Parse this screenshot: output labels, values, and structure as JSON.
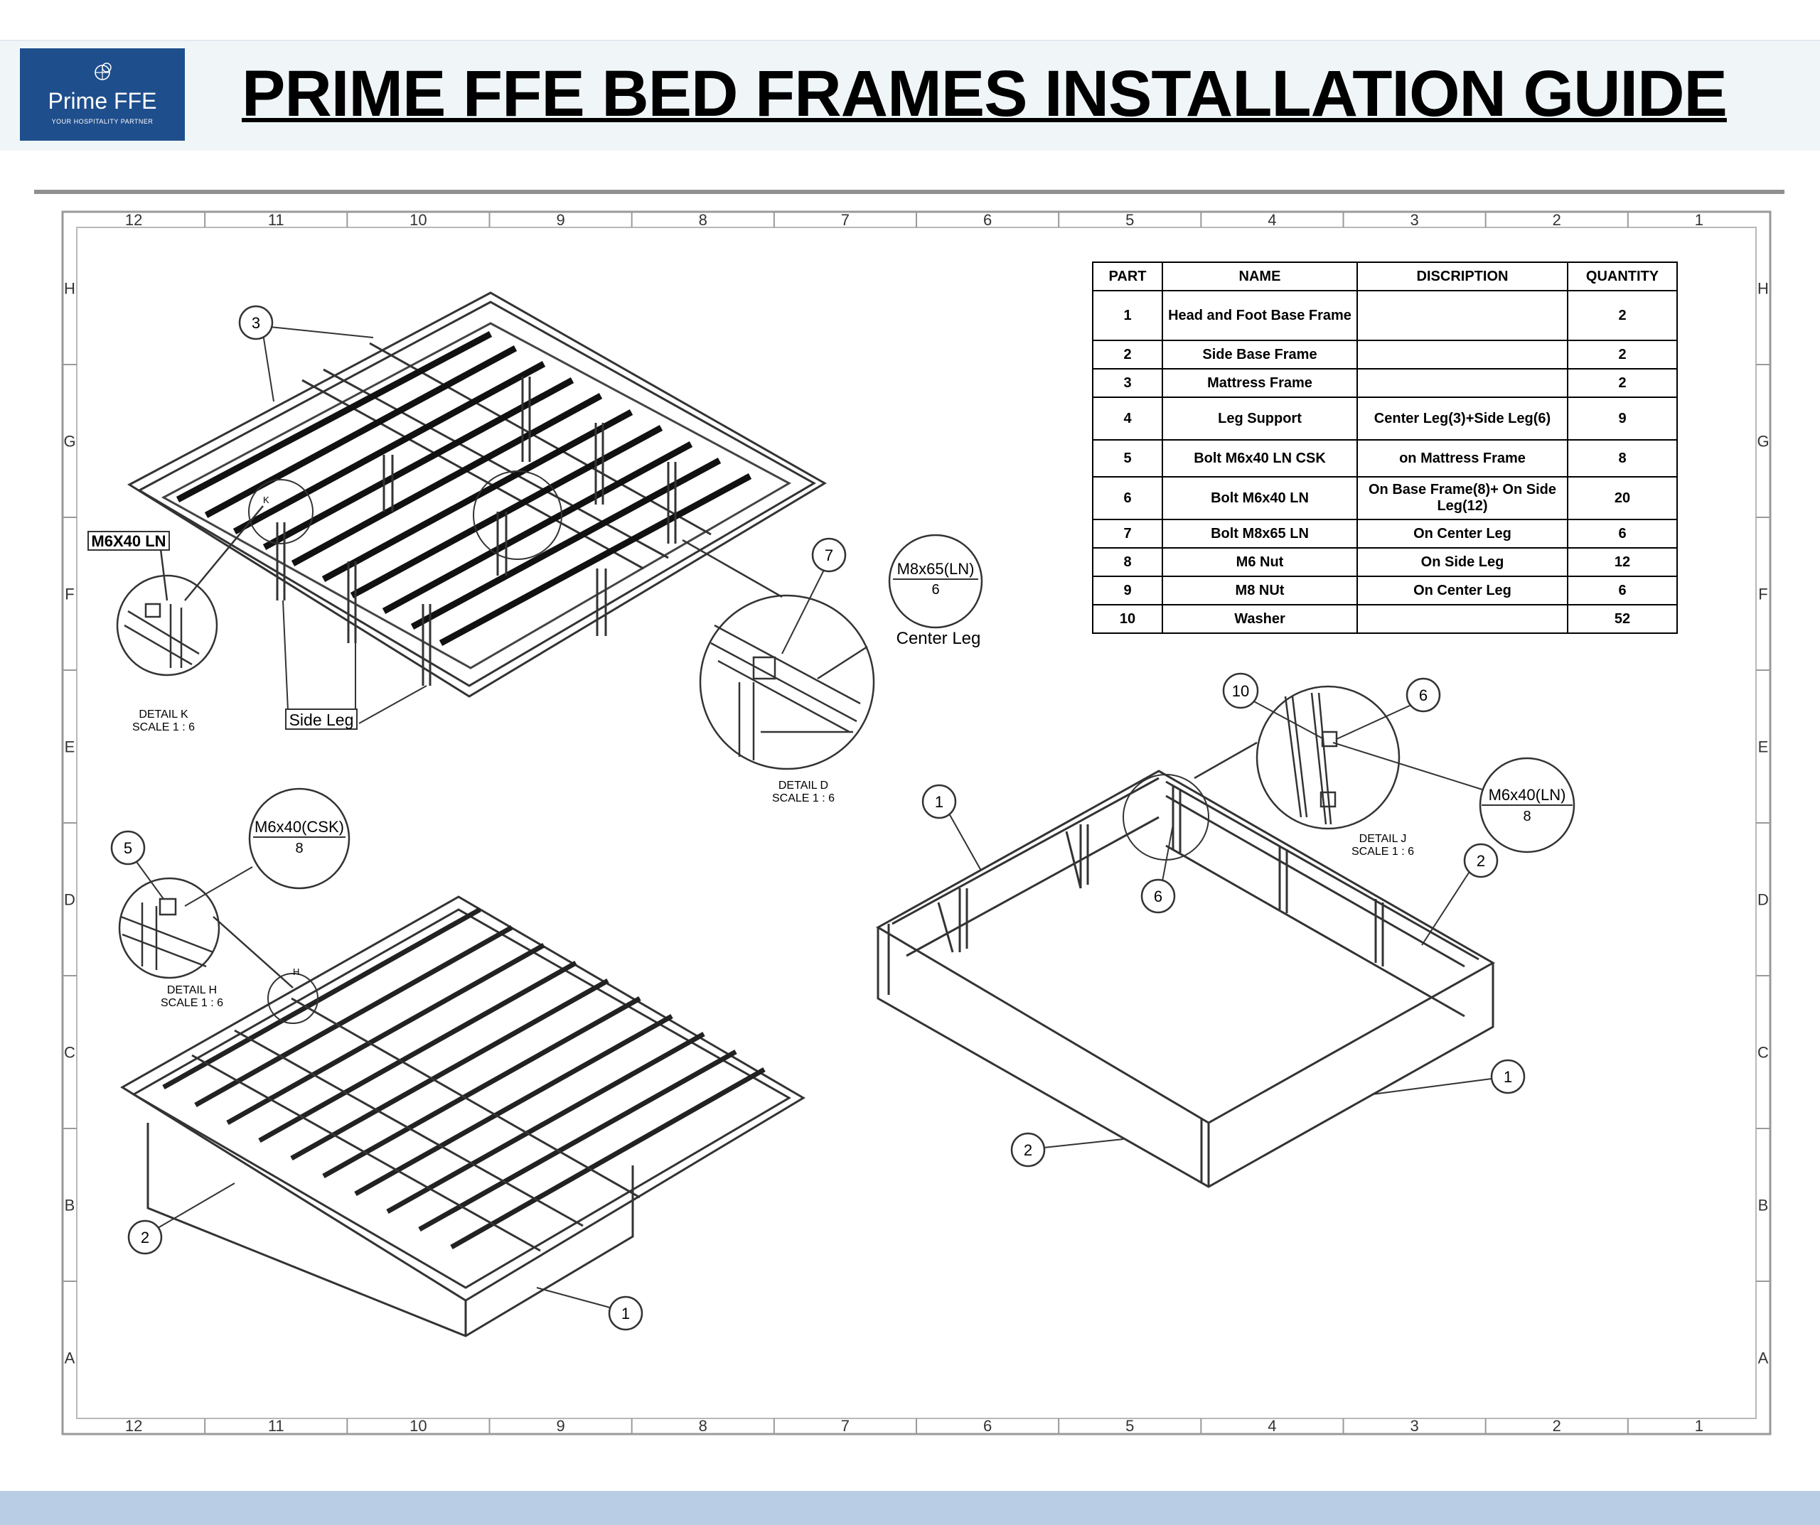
{
  "logo": {
    "name": "Prime FFE",
    "tagline": "YOUR HOSPITALITY PARTNER"
  },
  "title": "PRIME FFE BED FRAMES INSTALLATION GUIDE",
  "grid": {
    "columns": [
      "12",
      "11",
      "10",
      "9",
      "8",
      "7",
      "6",
      "5",
      "4",
      "3",
      "2",
      "1"
    ],
    "rows": [
      "H",
      "G",
      "F",
      "E",
      "D",
      "C",
      "B",
      "A"
    ]
  },
  "bom": {
    "headers": [
      "PART",
      "NAME",
      "DISCRIPTION",
      "QUANTITY"
    ],
    "rows": [
      [
        "1",
        "Head and Foot Base Frame",
        "",
        "2"
      ],
      [
        "2",
        "Side Base Frame",
        "",
        "2"
      ],
      [
        "3",
        "Mattress  Frame",
        "",
        "2"
      ],
      [
        "4",
        "Leg Support",
        "Center Leg(3)+Side Leg(6)",
        "9"
      ],
      [
        "5",
        "Bolt M6x40 LN CSK",
        "on Mattress Frame",
        "8"
      ],
      [
        "6",
        "Bolt M6x40 LN",
        "On Base Frame(8)+ On Side Leg(12)",
        "20"
      ],
      [
        "7",
        "Bolt M8x65 LN",
        "On Center Leg",
        "6"
      ],
      [
        "8",
        "M6 Nut",
        "On Side Leg",
        "12"
      ],
      [
        "9",
        "M8 NUt",
        "On Center Leg",
        "6"
      ],
      [
        "10",
        "Washer",
        "",
        "52"
      ]
    ]
  },
  "labels": {
    "m6x40_ln": "M6X40 LN",
    "side_leg": "Side Leg",
    "center_leg": "Center Leg",
    "m8x65_top": "M8x65(LN)",
    "m8x65_bottom": "6",
    "m6x40csk_top": "M6x40(CSK)",
    "m6x40csk_bottom": "8",
    "m6x40ln_top": "M6x40(LN)",
    "m6x40ln_bottom": "8",
    "detail_k": "DETAIL K",
    "detail_d": "DETAIL D",
    "detail_h": "DETAIL H",
    "detail_j": "DETAIL J",
    "scale": "SCALE 1 : 6",
    "k": "K",
    "h": "H"
  },
  "balloons": {
    "b3": "3",
    "b7": "7",
    "b5": "5",
    "b2a": "2",
    "b1a": "1",
    "b10": "10",
    "b6a": "6",
    "b1b": "1",
    "b6b": "6",
    "b2b": "2",
    "b1c": "1",
    "b2c": "2"
  },
  "colors": {
    "logo_bg": "#1f4e8c",
    "header_bg": "#f0f6f8",
    "footer_bg": "#b9cde4",
    "rule": "#909090"
  }
}
